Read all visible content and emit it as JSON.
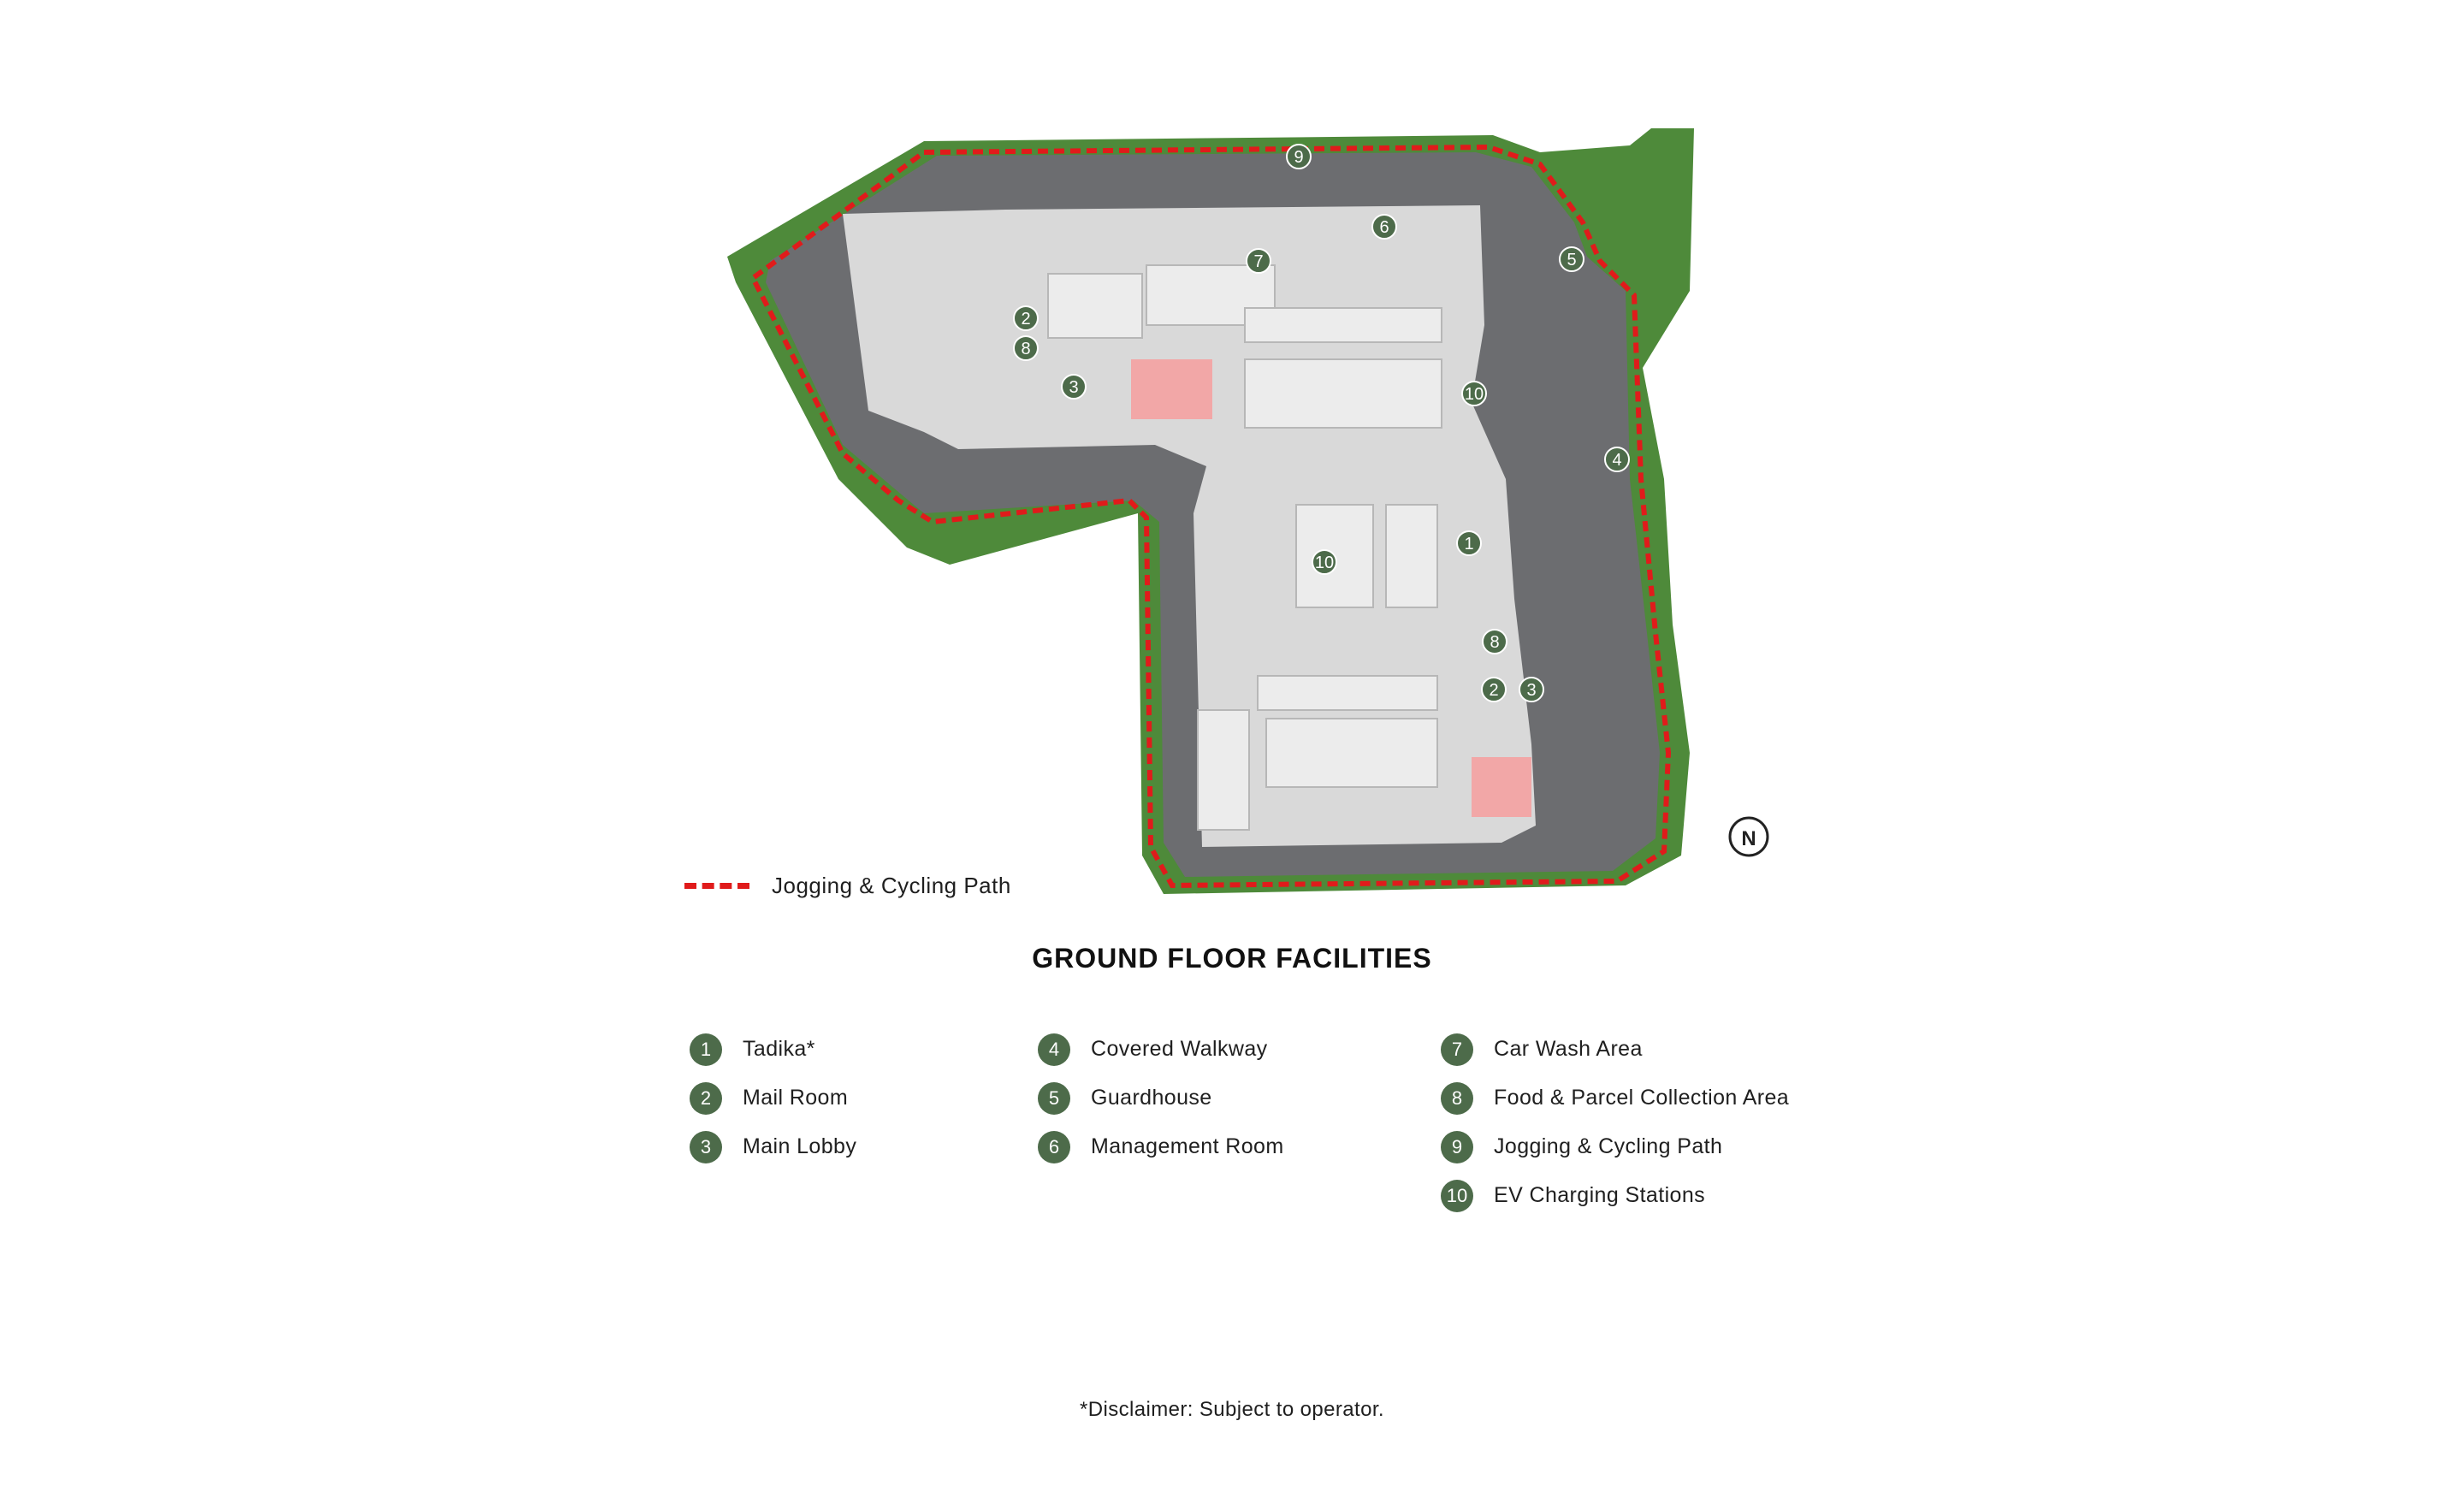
{
  "colors": {
    "badge": "#4d6b4a",
    "path": "#e01b1b",
    "road": "#6c6d70",
    "greenery": "#4e8a3a",
    "building": "#d9d9d9",
    "lobby": "#f2a7a7"
  },
  "map_markers": [
    {
      "num": "9"
    },
    {
      "num": "6"
    },
    {
      "num": "7"
    },
    {
      "num": "5"
    },
    {
      "num": "2"
    },
    {
      "num": "8"
    },
    {
      "num": "3"
    },
    {
      "num": "10"
    },
    {
      "num": "4"
    },
    {
      "num": "1"
    },
    {
      "num": "10"
    },
    {
      "num": "8"
    },
    {
      "num": "2"
    },
    {
      "num": "3"
    }
  ],
  "north_label": "N",
  "legend_path_label": "Jogging & Cycling Path",
  "title": "GROUND FLOOR FACILITIES",
  "facilities": {
    "col1": [
      {
        "num": "1",
        "label": "Tadika*"
      },
      {
        "num": "2",
        "label": "Mail Room"
      },
      {
        "num": "3",
        "label": "Main Lobby"
      }
    ],
    "col2": [
      {
        "num": "4",
        "label": "Covered Walkway"
      },
      {
        "num": "5",
        "label": "Guardhouse"
      },
      {
        "num": "6",
        "label": "Management Room"
      }
    ],
    "col3": [
      {
        "num": "7",
        "label": "Car Wash Area"
      },
      {
        "num": "8",
        "label": "Food & Parcel Collection Area"
      },
      {
        "num": "9",
        "label": "Jogging & Cycling Path"
      },
      {
        "num": "10",
        "label": "EV Charging Stations"
      }
    ]
  },
  "disclaimer": "*Disclaimer: Subject to operator."
}
